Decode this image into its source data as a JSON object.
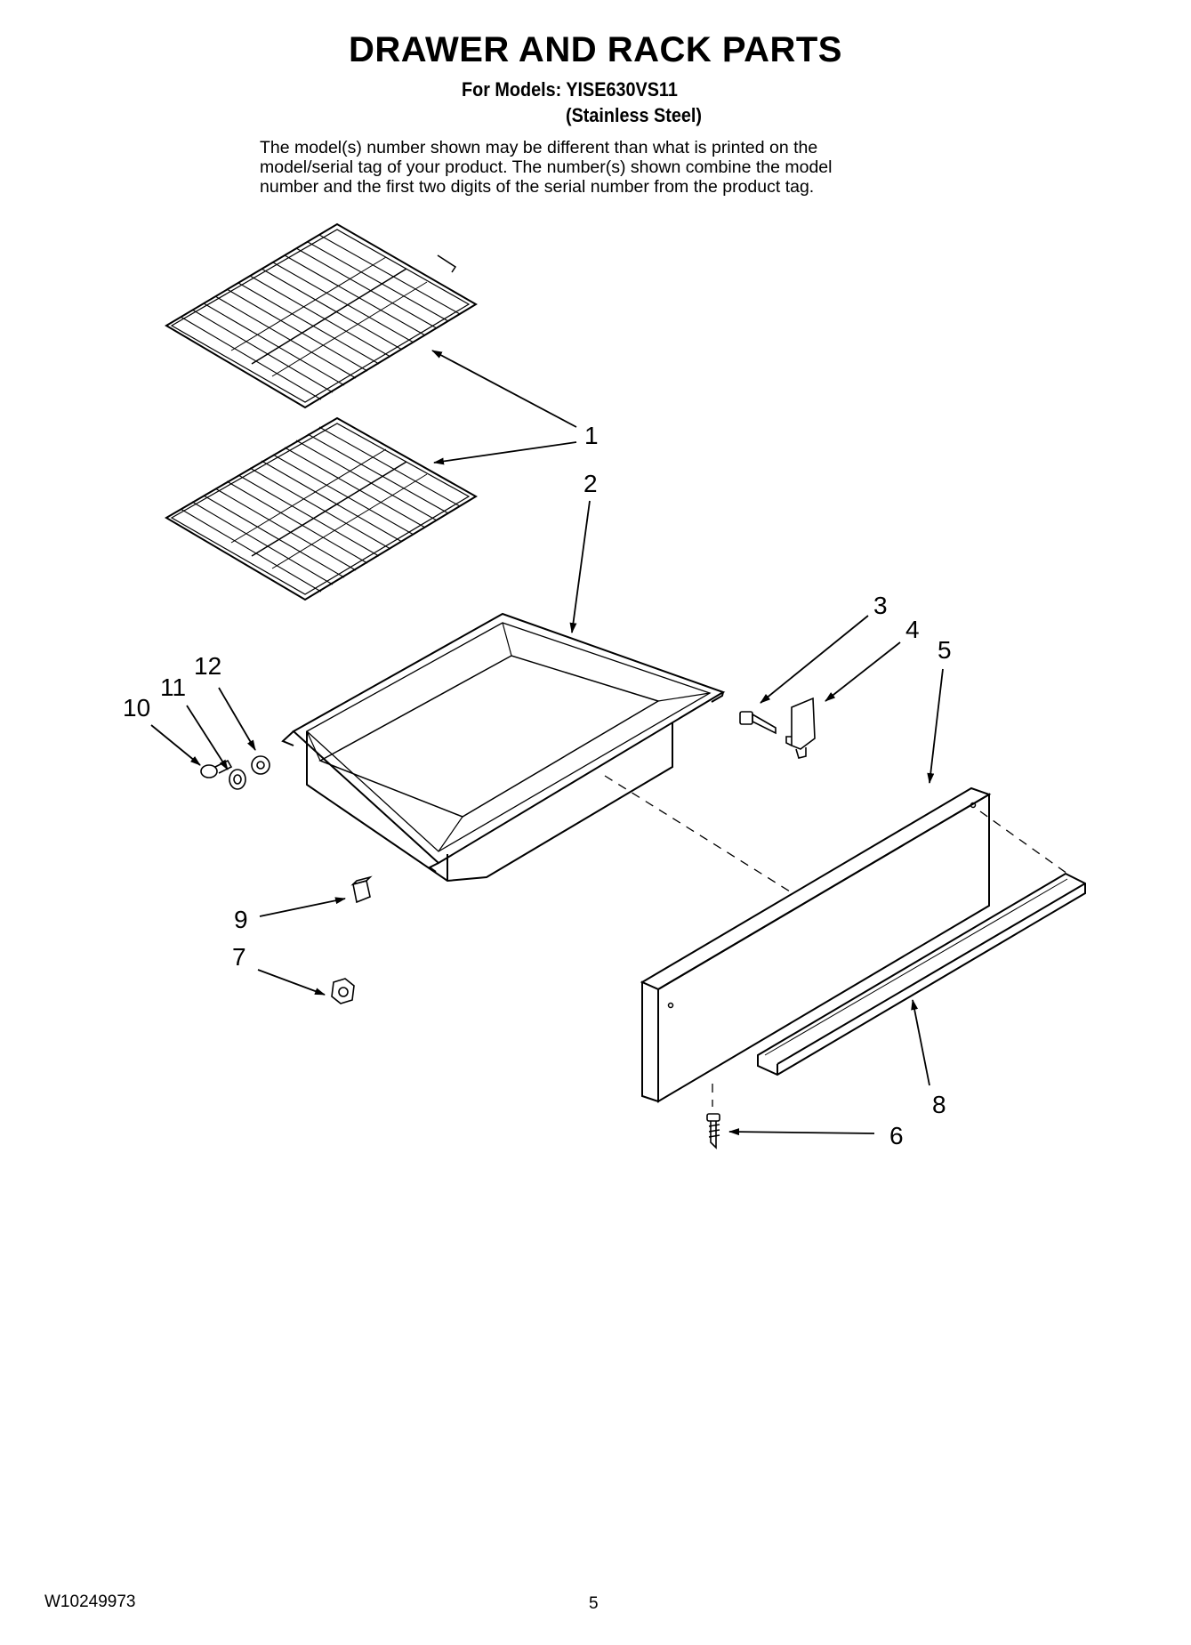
{
  "header": {
    "title": "DRAWER AND RACK PARTS",
    "models_line": "For Models: YISE630VS11",
    "material": "(Stainless Steel)"
  },
  "note": {
    "line1": "The model(s) number shown may be different than what is printed on the",
    "line2": "model/serial tag of your product. The number(s) shown combine the model",
    "line3": "number and the first two digits of the serial number from the product tag."
  },
  "callouts": {
    "c1": "1",
    "c2": "2",
    "c3": "3",
    "c4": "4",
    "c5": "5",
    "c6": "6",
    "c7": "7",
    "c8": "8",
    "c9": "9",
    "c10": "10",
    "c11": "11",
    "c12": "12"
  },
  "footer": {
    "doc_number": "W10249973",
    "page_number": "5"
  }
}
